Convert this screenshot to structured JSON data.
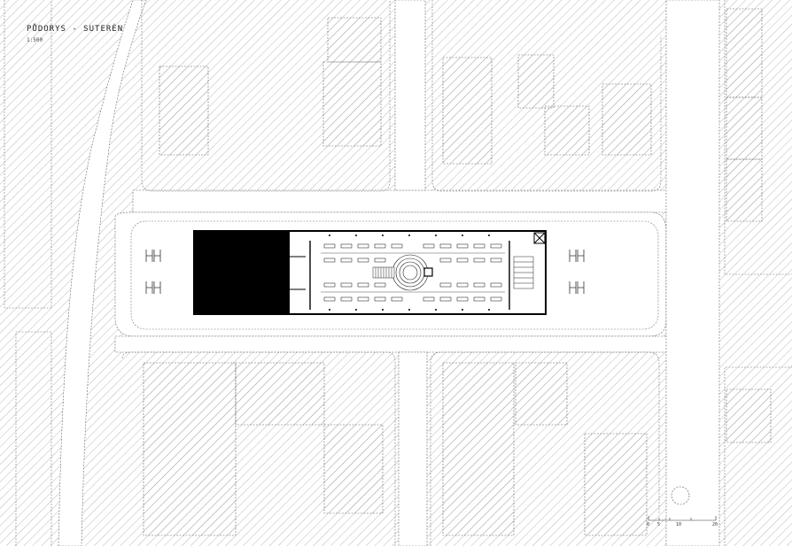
{
  "drawing": {
    "title": "PŮDORYS - SUTERÉN",
    "scale": "1:500"
  },
  "scale_bar": {
    "ticks": [
      "0",
      "5",
      "10",
      "20"
    ]
  },
  "colors": {
    "line": "#555555",
    "hatch": "#9a9a9a",
    "solid": "#000000"
  }
}
